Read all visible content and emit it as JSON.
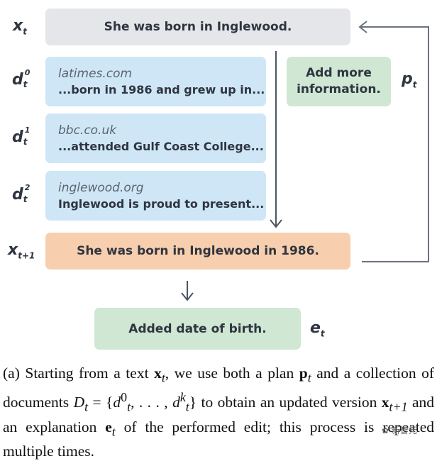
{
  "nodes": {
    "xt": {
      "text": "She was born in Inglewood."
    },
    "xt1": {
      "text": "She was born in Inglewood in 1986."
    },
    "et": {
      "text": "Added date of birth."
    },
    "pt": {
      "line1": "Add more",
      "line2": "information."
    },
    "docs": [
      {
        "source": "latimes.com",
        "snippet": "...born in 1986 and grew up in..."
      },
      {
        "source": "bbc.co.uk",
        "snippet": "...attended Gulf Coast College..."
      },
      {
        "source": "inglewood.org",
        "snippet": "Inglewood is proud to present..."
      }
    ]
  },
  "labels": {
    "x": "x",
    "t": "t",
    "t1": "t+1",
    "d": "d",
    "d0": "0",
    "d1": "1",
    "d2": "2",
    "p": "p",
    "e": "e"
  },
  "caption": {
    "prefix": "(a) Starting from a text ",
    "x_sym": "x",
    "x_sub": "t",
    "part1": ", we use both a plan ",
    "p_sym": "p",
    "p_sub": "t",
    "part2": " and a collection of documents ",
    "D_sym": "D",
    "D_sub": "t",
    "eq": " = {",
    "d0_sym": "d",
    "d0_sup": "0",
    "d0_sub": "t",
    "dots": ", . . . , ",
    "dk_sym": "d",
    "dk_sup": "k",
    "dk_sub": "t",
    "close": "}",
    "part3": " to obtain an updated version ",
    "x1_sym": "x",
    "x1_sub": "t+1",
    "part4": " and an explanation ",
    "e_sym": "e",
    "e_sub": "t",
    "part5": " of the performed edit; this process is repeated multiple times."
  },
  "watermark": {
    "text": "新智元"
  },
  "colors": {
    "gray_box": "#e4e6e9",
    "blue_box": "#cfe6f7",
    "green_box": "#cfe7d3",
    "orange_box": "#f8cfae",
    "arrow": "#4b5563"
  }
}
